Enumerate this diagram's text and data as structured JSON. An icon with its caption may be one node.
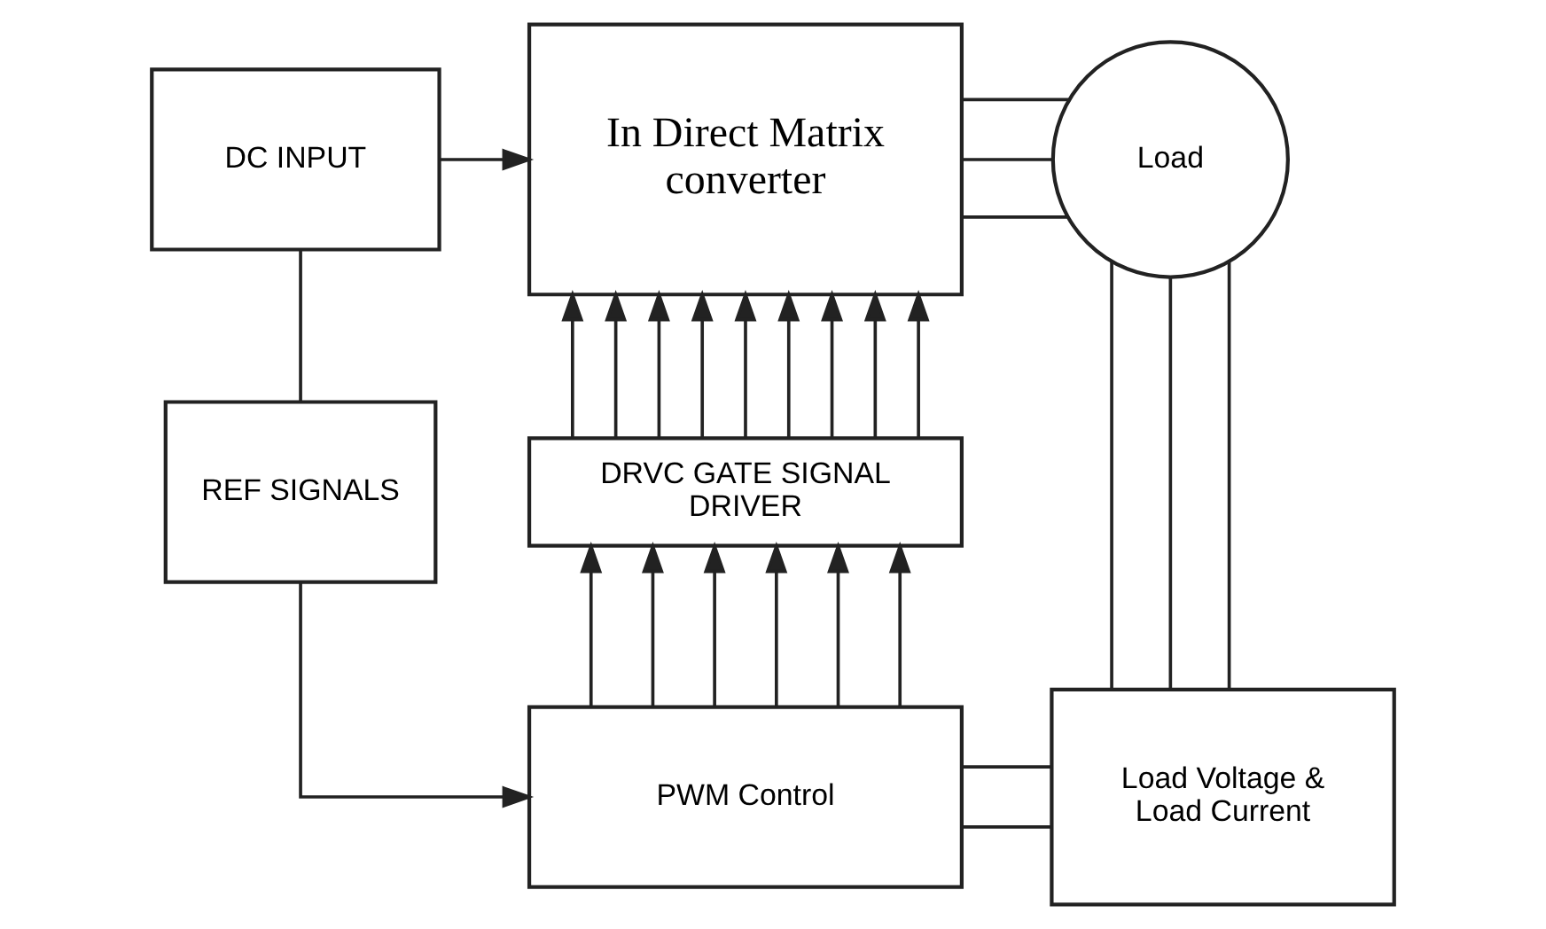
{
  "diagram": {
    "nodes": [
      {
        "text": [
          "DC INPUT"
        ]
      },
      {
        "text": [
          "In Direct Matrix converter"
        ]
      },
      {
        "text": [
          "Load"
        ]
      },
      {
        "text": [
          "REF SIGNALS"
        ]
      },
      {
        "text": [
          "DRVC GATE SIGNAL DRIVER"
        ]
      },
      {
        "text": [
          "PWM Control"
        ]
      },
      {
        "text": [
          "Load Voltage & Load Current"
        ]
      }
    ],
    "edges": [
      {
        "from": 0,
        "to": 1,
        "arrow": "to"
      },
      {
        "from": 0,
        "to": 3,
        "arrow": "none"
      },
      {
        "from": 3,
        "to": 5,
        "arrow": "to"
      },
      {
        "from": 1,
        "to": 2,
        "arrow": "none"
      },
      {
        "from": 1,
        "to": 2,
        "arrow": "none"
      },
      {
        "from": 1,
        "to": 2,
        "arrow": "none"
      },
      {
        "from": 4,
        "to": 1,
        "arrow": "to"
      },
      {
        "from": 4,
        "to": 1,
        "arrow": "to"
      },
      {
        "from": 4,
        "to": 1,
        "arrow": "to"
      },
      {
        "from": 4,
        "to": 1,
        "arrow": "to"
      },
      {
        "from": 4,
        "to": 1,
        "arrow": "to"
      },
      {
        "from": 4,
        "to": 1,
        "arrow": "to"
      },
      {
        "from": 4,
        "to": 1,
        "arrow": "to"
      },
      {
        "from": 4,
        "to": 1,
        "arrow": "to"
      },
      {
        "from": 4,
        "to": 1,
        "arrow": "to"
      },
      {
        "from": 5,
        "to": 4,
        "arrow": "to"
      },
      {
        "from": 5,
        "to": 4,
        "arrow": "to"
      },
      {
        "from": 5,
        "to": 4,
        "arrow": "to"
      },
      {
        "from": 5,
        "to": 4,
        "arrow": "to"
      },
      {
        "from": 5,
        "to": 4,
        "arrow": "to"
      },
      {
        "from": 5,
        "to": 4,
        "arrow": "to"
      },
      {
        "from": 2,
        "to": 6,
        "arrow": "none"
      },
      {
        "from": 2,
        "to": 6,
        "arrow": "none"
      },
      {
        "from": 2,
        "to": 6,
        "arrow": "none"
      },
      {
        "from": 5,
        "to": 6,
        "arrow": "none"
      },
      {
        "from": 5,
        "to": 6,
        "arrow": "none"
      }
    ]
  }
}
